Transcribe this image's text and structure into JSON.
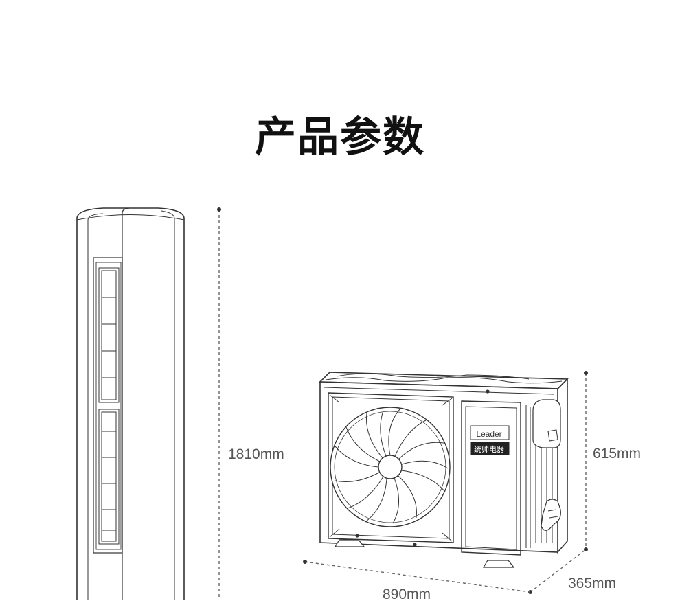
{
  "page": {
    "title": "产品参数"
  },
  "dimensions": {
    "indoor_height": "1810mm",
    "outdoor_height": "615mm",
    "outdoor_depth": "365mm",
    "outdoor_width": "890mm"
  },
  "outdoor_unit": {
    "logo_text": "Leader",
    "brand_cn": "统帅电器"
  }
}
